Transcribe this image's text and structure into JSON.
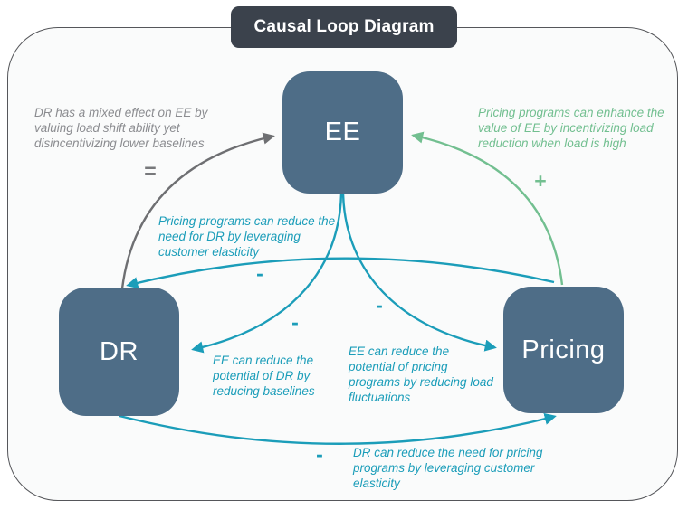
{
  "title": "Causal Loop Diagram",
  "colors": {
    "node_fill": "#4e6d87",
    "title_bg": "#3b424c",
    "frame_border": "#55565a",
    "teal": "#1b9db9",
    "green": "#72bf90",
    "gray_arrow": "#6e6f72",
    "gray_text": "#8b8c90"
  },
  "nodes": {
    "ee": {
      "label": "EE"
    },
    "dr": {
      "label": "DR"
    },
    "pricing": {
      "label": "Pricing"
    }
  },
  "edges": {
    "dr_to_ee": {
      "label": "DR has a mixed effect on EE by valuing load shift ability yet disincentivizing lower baselines",
      "sign": "=",
      "color": "gray"
    },
    "pricing_to_ee": {
      "label": "Pricing programs can enhance the value of EE by incentivizing load reduction when load is high",
      "sign": "+",
      "color": "green"
    },
    "pricing_to_dr": {
      "label": "Pricing programs can reduce the need for DR by leveraging customer elasticity",
      "sign": "-",
      "color": "teal"
    },
    "ee_to_dr": {
      "label": "EE can reduce the potential of DR by reducing baselines",
      "sign": "-",
      "color": "teal"
    },
    "ee_to_pricing": {
      "label": "EE can reduce the potential of pricing programs by reducing load fluctuations",
      "sign": "-",
      "color": "teal"
    },
    "dr_to_pricing": {
      "label": "DR can reduce the need for pricing programs by leveraging customer elasticity",
      "sign": "-",
      "color": "teal"
    }
  }
}
